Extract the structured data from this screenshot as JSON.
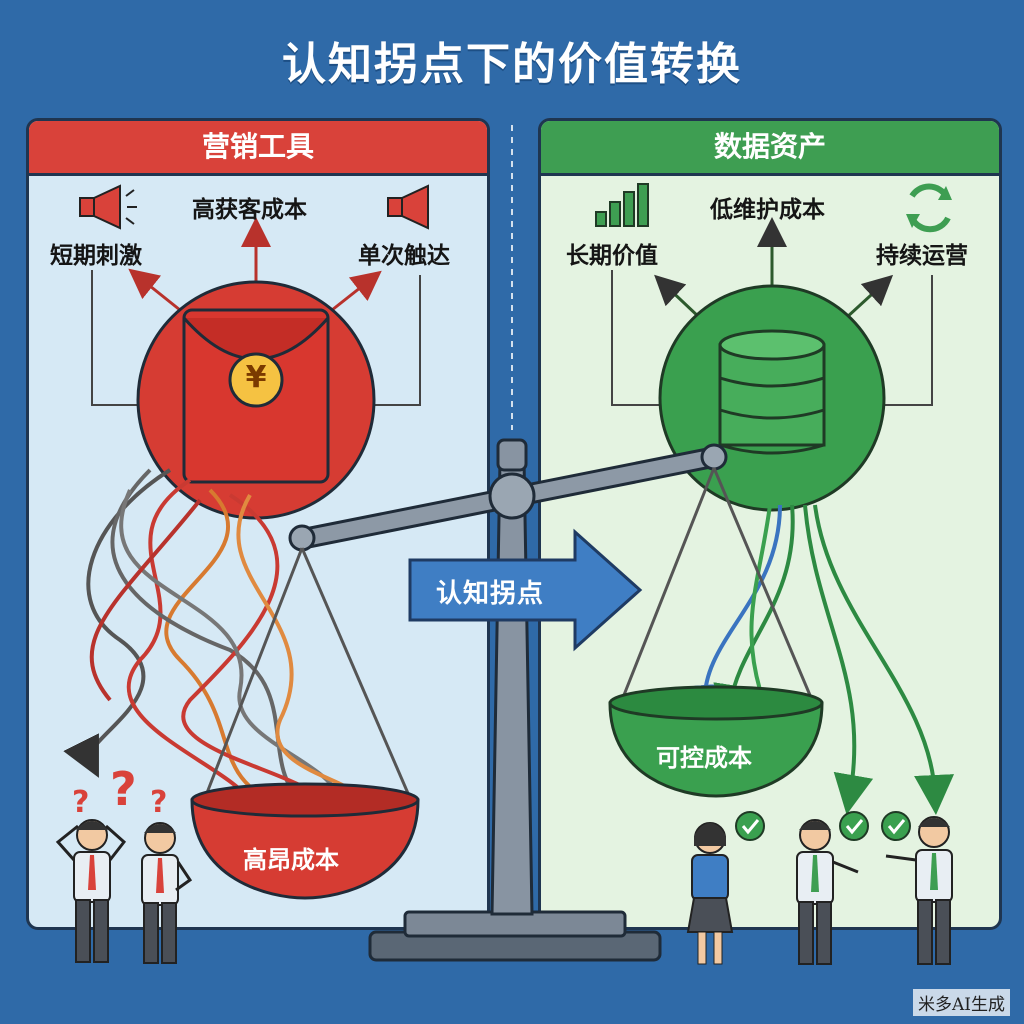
{
  "title": "认知拐点下的价值转换",
  "left_panel": {
    "header": "营销工具",
    "labels": {
      "top": "高获客成本",
      "left": "短期刺激",
      "right": "单次触达"
    },
    "icon_symbol": "¥",
    "bowl_label": "高昂成本",
    "question_marks": [
      "?",
      "?",
      "?"
    ],
    "colors": {
      "accent": "#d9423a"
    }
  },
  "right_panel": {
    "header": "数据资产",
    "labels": {
      "top": "低维护成本",
      "left": "长期价值",
      "right": "持续运营"
    },
    "bowl_label": "可控成本",
    "colors": {
      "accent": "#3e9e52"
    }
  },
  "center_arrow": {
    "label": "认知拐点",
    "color": "#3f7ec4"
  },
  "icons": [
    "megaphone-icon",
    "red-envelope-icon",
    "yen-coin-icon",
    "bar-chart-icon",
    "refresh-icon",
    "database-icon",
    "check-icon",
    "balance-scale-icon"
  ],
  "watermark": "米多AI生成"
}
